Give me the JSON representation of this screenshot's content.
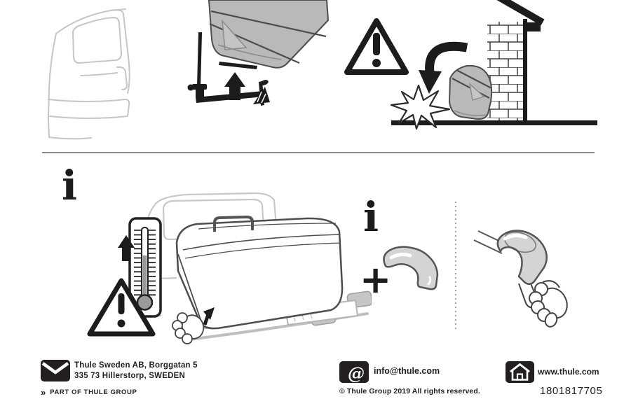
{
  "document": {
    "type": "instruction-sheet",
    "brand": "Thule"
  },
  "symbols": {
    "info": "i",
    "plus": "+"
  },
  "footer": {
    "address": {
      "line1": "Thule Sweden AB, Borggatan 5",
      "line2": "335 73 Hillerstorp, SWEDEN"
    },
    "group_mark": "»",
    "group_label": "PART OF THULE GROUP",
    "at_glyph": "@",
    "email": "info@thule.com",
    "copyright": "© Thule Group 2019 All rights reserved.",
    "website": "www.thule.com",
    "part_number": "1801817705"
  },
  "colors": {
    "ink": "#231f20",
    "box_gray": "#b9b9b9",
    "outline_gray": "#4d4d4d",
    "car_light_gray": "#c8c8c8",
    "mercury_gray": "#9a9a9a",
    "tube_gray": "#d4d4d4"
  }
}
